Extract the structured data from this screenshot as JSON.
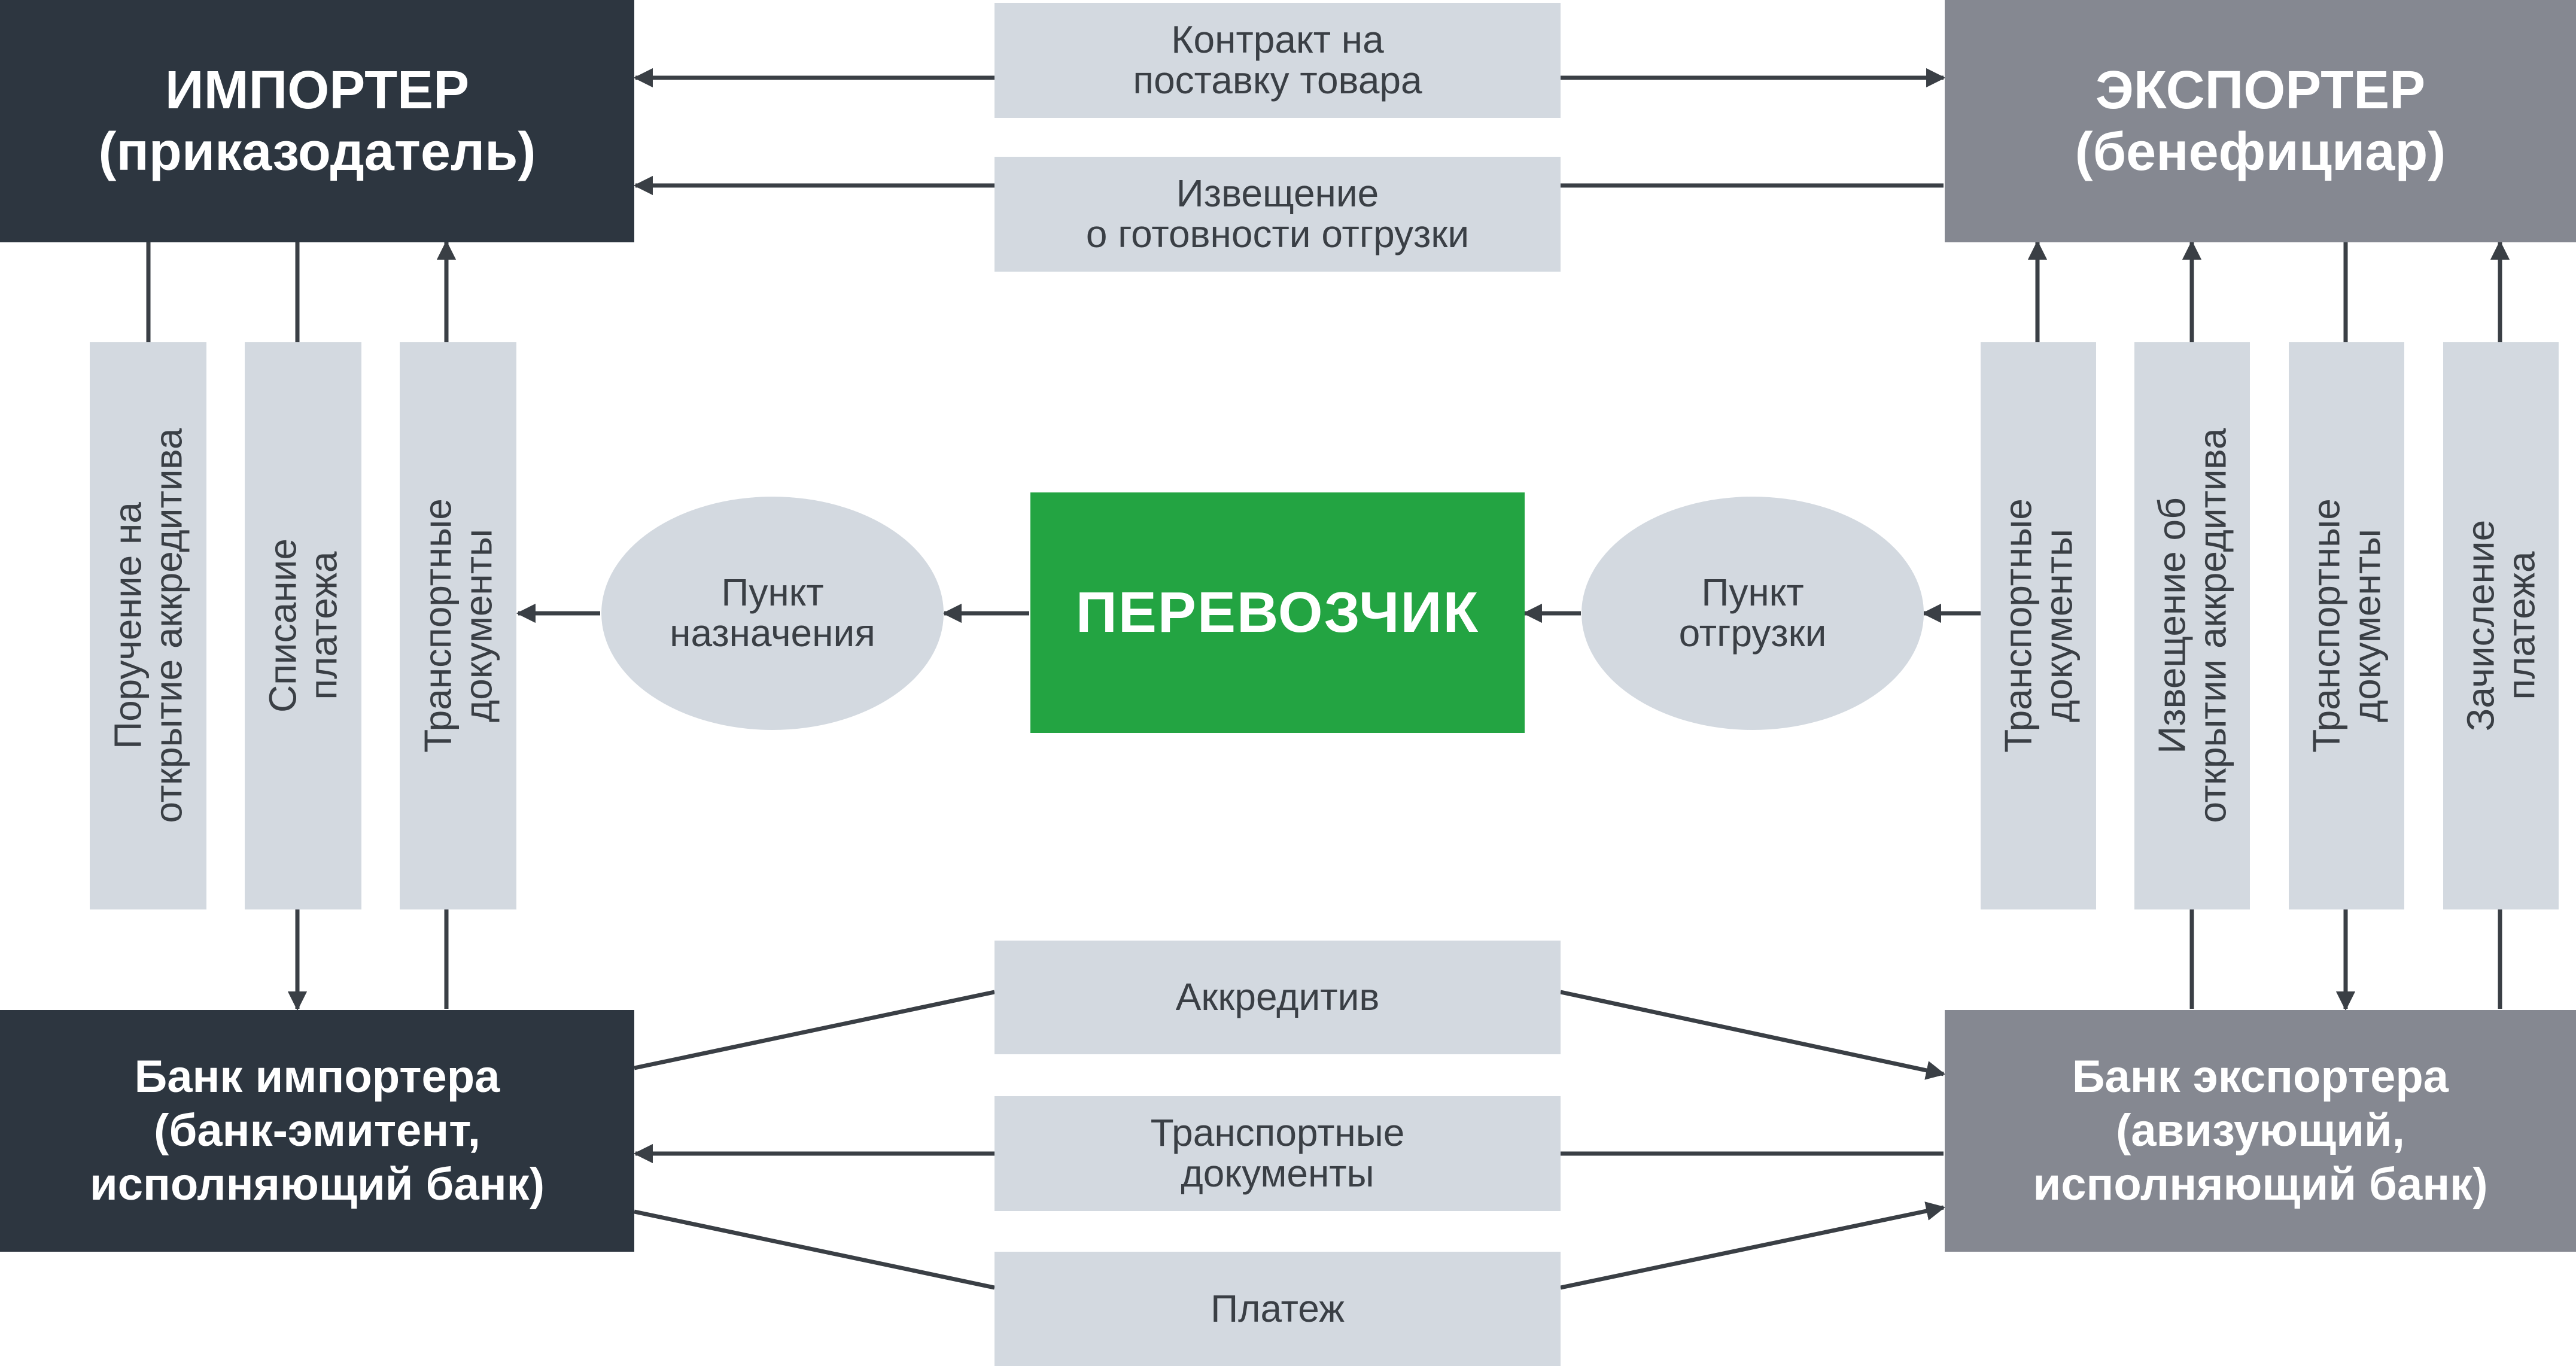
{
  "importer": {
    "line1": "ИМПОРТЕР",
    "line2": "(приказодатель)"
  },
  "exporter": {
    "line1": "ЭКСПОРТЕР",
    "line2": "(бенефициар)"
  },
  "carrier": "ПЕРЕВОЗЧИК",
  "importer_bank": {
    "line1": "Банк импортера",
    "line2": "(банк-эмитент,",
    "line3": "исполняющий банк)"
  },
  "exporter_bank": {
    "line1": "Банк экспортера",
    "line2": "(авизующий,",
    "line3": "исполняющий банк)"
  },
  "top_labels": {
    "contract": "Контракт на\nпоставку товара",
    "notice": "Извещение\nо готовности отгрузки"
  },
  "bottom_labels": {
    "accreditive": "Аккредитив",
    "transport_docs": "Транспортные\nдокументы",
    "payment": "Платеж"
  },
  "points": {
    "destination": "Пункт\nназначения",
    "shipment": "Пункт\nотгрузки"
  },
  "left_vertical": [
    "Поручение на\nоткрытие аккредитива",
    "Списание\nплатежа",
    "Транспортные\nдокументы"
  ],
  "right_vertical": [
    "Транспортные\nдокументы",
    "Извещение об\nоткрытии аккредитива",
    "Транспортные\nдокументы",
    "Зачисление\nплатежа"
  ],
  "colors": {
    "dark_box": "#2d3640",
    "grey_box": "#858891",
    "carrier_green": "#23a442",
    "label_fill": "#d3d9e0",
    "line": "#3a3f45"
  }
}
